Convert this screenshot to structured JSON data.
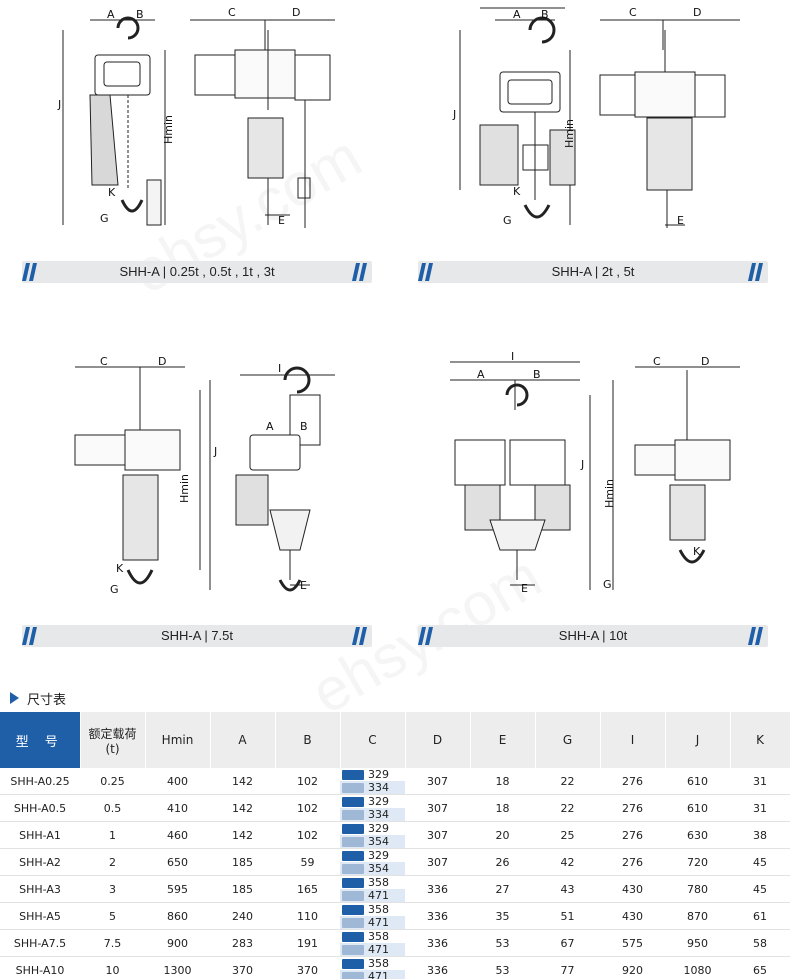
{
  "panels": [
    {
      "id": "p1",
      "model_label": "SHH-A | 0.25t , 0.5t , 1t , 3t"
    },
    {
      "id": "p2",
      "model_label": "SHH-A | 2t , 5t"
    },
    {
      "id": "p3",
      "model_label": "SHH-A | 7.5t"
    },
    {
      "id": "p4",
      "model_label": "SHH-A | 10t"
    }
  ],
  "dimension_letters": {
    "a": "A",
    "b": "B",
    "c": "C",
    "d": "D",
    "e": "E",
    "g": "G",
    "i": "I",
    "j": "J",
    "k": "K",
    "hmin": "Hmin"
  },
  "table": {
    "title": "尺寸表",
    "headers": [
      "型 号",
      "额定载荷\n(t)",
      "Hmin",
      "A",
      "B",
      "C",
      "D",
      "E",
      "G",
      "I",
      "J",
      "K"
    ],
    "rows": [
      {
        "model": "SHH-A0.25",
        "load": "0.25",
        "hmin": "400",
        "a": "142",
        "b": "102",
        "c1": "329",
        "c2": "334",
        "d": "307",
        "e": "18",
        "g": "22",
        "i": "276",
        "j": "610",
        "k": "31"
      },
      {
        "model": "SHH-A0.5",
        "load": "0.5",
        "hmin": "410",
        "a": "142",
        "b": "102",
        "c1": "329",
        "c2": "334",
        "d": "307",
        "e": "18",
        "g": "22",
        "i": "276",
        "j": "610",
        "k": "31"
      },
      {
        "model": "SHH-A1",
        "load": "1",
        "hmin": "460",
        "a": "142",
        "b": "102",
        "c1": "329",
        "c2": "354",
        "d": "307",
        "e": "20",
        "g": "25",
        "i": "276",
        "j": "630",
        "k": "38"
      },
      {
        "model": "SHH-A2",
        "load": "2",
        "hmin": "650",
        "a": "185",
        "b": "59",
        "c1": "329",
        "c2": "354",
        "d": "307",
        "e": "26",
        "g": "42",
        "i": "276",
        "j": "720",
        "k": "45"
      },
      {
        "model": "SHH-A3",
        "load": "3",
        "hmin": "595",
        "a": "185",
        "b": "165",
        "c1": "358",
        "c2": "471",
        "d": "336",
        "e": "27",
        "g": "43",
        "i": "430",
        "j": "780",
        "k": "45"
      },
      {
        "model": "SHH-A5",
        "load": "5",
        "hmin": "860",
        "a": "240",
        "b": "110",
        "c1": "358",
        "c2": "471",
        "d": "336",
        "e": "35",
        "g": "51",
        "i": "430",
        "j": "870",
        "k": "61"
      },
      {
        "model": "SHH-A7.5",
        "load": "7.5",
        "hmin": "900",
        "a": "283",
        "b": "191",
        "c1": "358",
        "c2": "471",
        "d": "336",
        "e": "53",
        "g": "67",
        "i": "575",
        "j": "950",
        "k": "58"
      },
      {
        "model": "SHH-A10",
        "load": "10",
        "hmin": "1300",
        "a": "370",
        "b": "370",
        "c1": "358",
        "c2": "471",
        "d": "336",
        "e": "53",
        "g": "77",
        "i": "920",
        "j": "1080",
        "k": "65"
      }
    ]
  },
  "colors": {
    "accent": "#1f5fa8",
    "bar": "#e7e8ea",
    "tag_light": "#9fb8d6"
  }
}
